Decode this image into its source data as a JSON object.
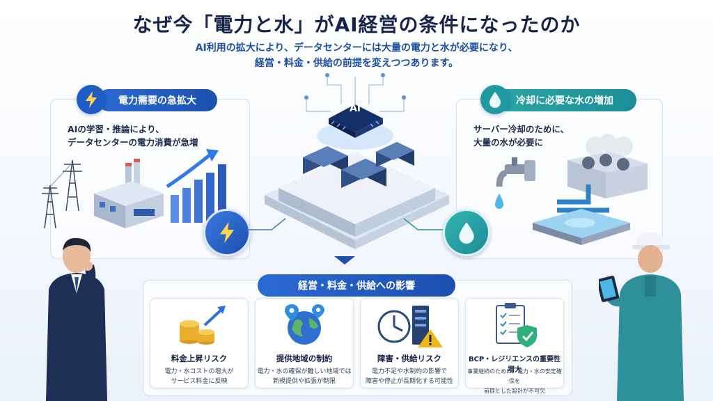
{
  "header": {
    "title": "なぜ今「電力と水」がAI経営の条件になったのか",
    "subtitle_line1": "AI利用の拡大により、データセンターには大量の電力と水が必要になり、",
    "subtitle_line2": "経営・料金・供給の前提を変えつつあります。"
  },
  "left_panel": {
    "pill_label": "電力需要の急拡大",
    "line1": "AIの学習・推論により、",
    "line2": "データセンターの電力消費が急増",
    "icon": "lightning-icon"
  },
  "right_panel": {
    "pill_label": "冷却に必要な水の増加",
    "line1": "サーバー冷却のために、",
    "line2": "大量の水が必要に",
    "icon": "water-drop-icon"
  },
  "center": {
    "chip_label": "AI"
  },
  "impact": {
    "pill_label": "経営・料金・供給への影響",
    "cards": [
      {
        "title": "料金上昇リスク",
        "desc1": "電力・水コストの増大が",
        "desc2": "サービス料金に反映",
        "icon": "coins-up-icon"
      },
      {
        "title": "提供地域の制約",
        "desc1": "電力・水の確保が難しい地域では",
        "desc2": "新規提供や拡張が制限",
        "icon": "globe-pin-icon"
      },
      {
        "title": "障害・供給リスク",
        "desc1": "電力不足や水制約の影響で",
        "desc2": "障害や停止が長期化する可能性",
        "icon": "clock-server-warning-icon"
      },
      {
        "title": "BCP・レジリエンスの重要性増大",
        "desc1": "事業継続のために、電力・水の安定確保を",
        "desc2": "前提とした設計が不可欠",
        "icon": "checklist-shield-icon"
      }
    ]
  },
  "colors": {
    "navy": "#16244c",
    "blue": "#1d4fae",
    "teal": "#1b8d96",
    "accent_gold": "#e2a62a"
  }
}
